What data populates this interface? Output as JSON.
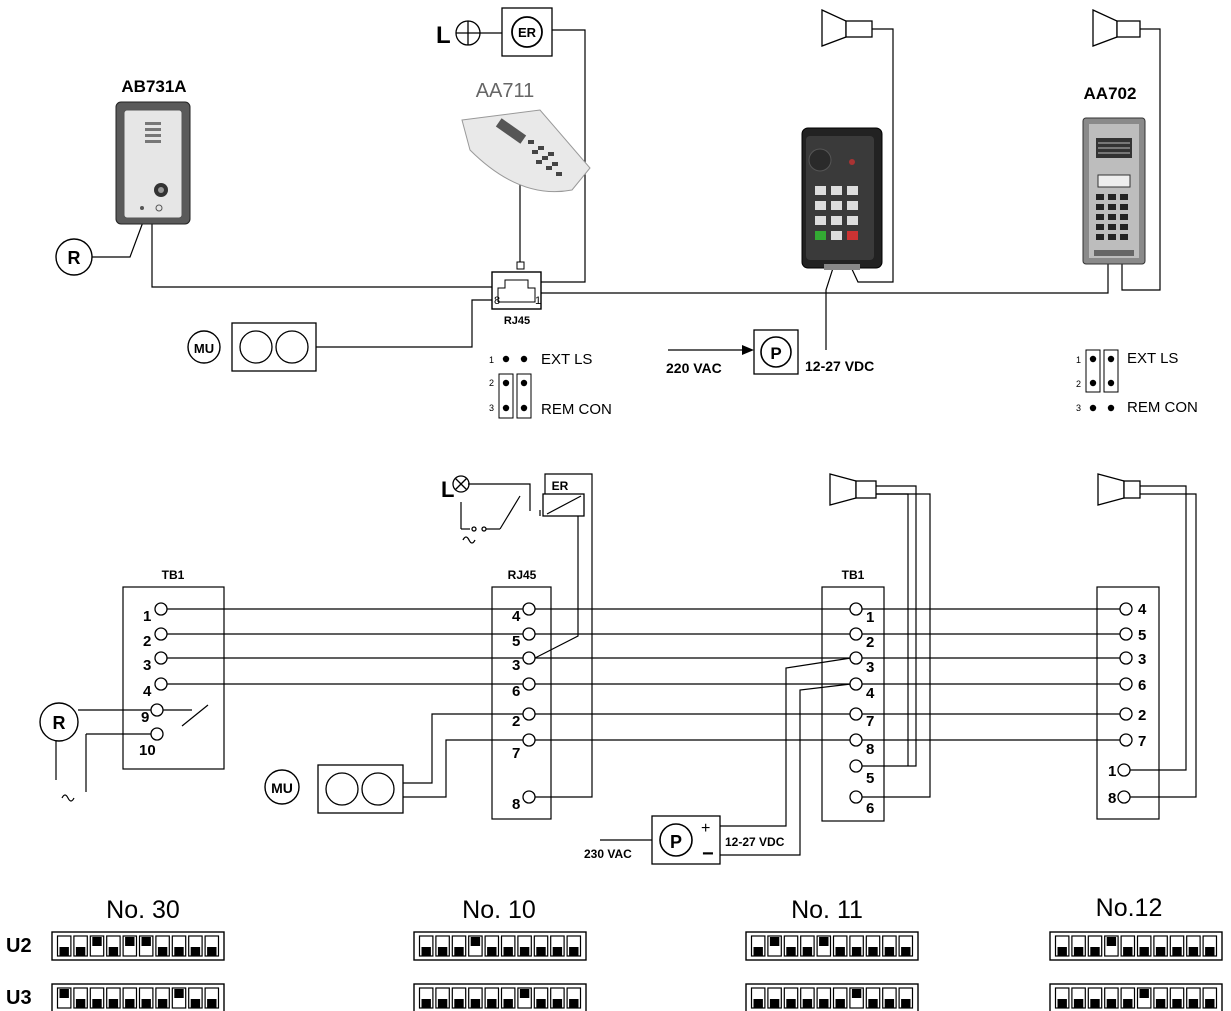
{
  "top": {
    "labels": {
      "ab731a": "AB731A",
      "aa711": "AA711",
      "aa702": "AA702",
      "rj45": "RJ45",
      "rj45_pin8": "8",
      "rj45_pin1": "1",
      "lamp": "L",
      "er": "ER",
      "r": "R",
      "mu": "MU",
      "p": "P",
      "vac": "220 VAC",
      "vdc": "12-27 VDC"
    },
    "jumpers_left": {
      "ext_ls": "EXT LS",
      "rem_con": "REM CON",
      "pins": [
        "1",
        "2",
        "3"
      ]
    },
    "jumpers_right": {
      "ext_ls": "EXT LS",
      "rem_con": "REM CON",
      "pins": [
        "1",
        "2",
        "3"
      ]
    }
  },
  "bottom": {
    "labels": {
      "tb1_left": "TB1",
      "rj45": "RJ45",
      "tb1_right": "TB1",
      "lamp": "L",
      "er": "ER",
      "r": "R",
      "mu": "MU",
      "p": "P",
      "plus": "+",
      "minus": "−",
      "vac": "230 VAC",
      "vdc": "12-27 VDC"
    },
    "tb1_left_pins": [
      "1",
      "2",
      "3",
      "4",
      "9",
      "10"
    ],
    "rj45_pins": [
      "4",
      "5",
      "3",
      "6",
      "2",
      "7",
      "8"
    ],
    "tb1_right_pins": [
      "1",
      "2",
      "3",
      "4",
      "7",
      "8",
      "5",
      "6"
    ],
    "aa702_pins": [
      "4",
      "5",
      "3",
      "6",
      "2",
      "7",
      "1",
      "8"
    ]
  },
  "dip": {
    "row_labels": [
      "U2",
      "U3"
    ],
    "groups": [
      {
        "title": "No. 30",
        "u2_on": [
          3,
          5,
          6
        ],
        "u3_on": [
          1,
          8
        ]
      },
      {
        "title": "No. 10",
        "u2_on": [
          4
        ],
        "u3_on": [
          7
        ]
      },
      {
        "title": "No. 11",
        "u2_on": [
          2,
          5
        ],
        "u3_on": [
          7
        ]
      },
      {
        "title": "No.12",
        "u2_on": [
          4
        ],
        "u3_on": [
          6
        ]
      }
    ]
  }
}
